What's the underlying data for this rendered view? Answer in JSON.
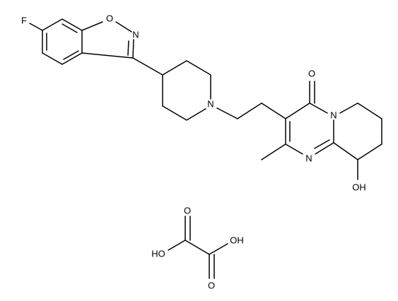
{
  "atom_labels": {
    "fluorine": "F",
    "isoxazole_oxygen": "O",
    "isoxazole_nitrogen": "N",
    "piperidine_nitrogen": "N",
    "carbonyl_oxygen": "O",
    "pyrimidinone_n1": "N",
    "pyrimidinone_n3": "N",
    "hydroxyl": "OH",
    "oxalic_oxygen_top": "O",
    "oxalic_hydroxyl_right": "OH",
    "oxalic_hydroxyl_left": "HO",
    "oxalic_oxygen_bottom": "O"
  },
  "colors": {
    "bond": "#000000",
    "background": "#ffffff"
  }
}
